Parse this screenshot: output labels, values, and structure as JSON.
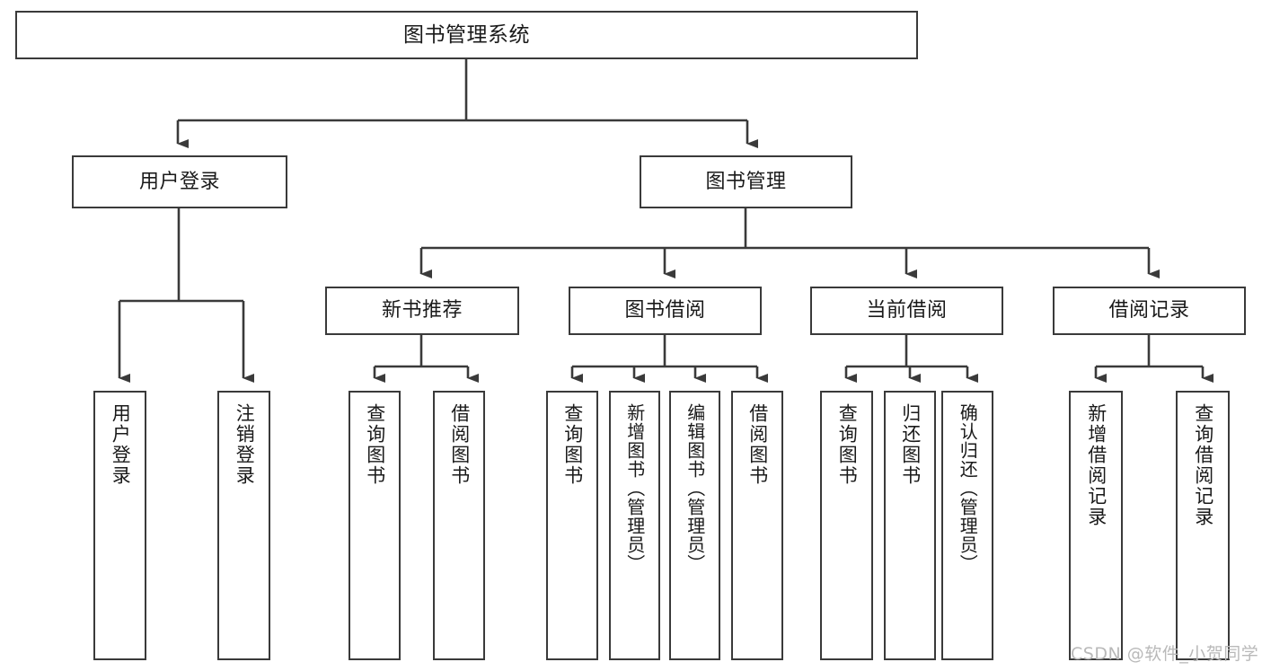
{
  "diagram": {
    "title": "图书管理系统",
    "type": "hierarchy-tree",
    "watermark": "CSDN @软件_小贺同学",
    "colors": {
      "stroke": "#3a3a3a",
      "fill": "#ffffff",
      "text": "#1a1a1a",
      "watermark": "#b9b9b9"
    },
    "nodes": {
      "root": {
        "label": "图书管理系统"
      },
      "level1": [
        {
          "label": "用户登录"
        },
        {
          "label": "图书管理"
        }
      ],
      "level2": [
        {
          "label": "新书推荐"
        },
        {
          "label": "图书借阅"
        },
        {
          "label": "当前借阅"
        },
        {
          "label": "借阅记录"
        }
      ],
      "leaves": {
        "user_login": [
          {
            "label": "用户登录"
          },
          {
            "label": "注销登录"
          }
        ],
        "new_book_recommend": [
          {
            "label": "查询图书"
          },
          {
            "label": "借阅图书"
          }
        ],
        "book_borrow": [
          {
            "label": "查询图书"
          },
          {
            "label": "新增图书（管理员）"
          },
          {
            "label": "编辑图书（管理员）"
          },
          {
            "label": "借阅图书"
          }
        ],
        "current_borrow": [
          {
            "label": "查询图书"
          },
          {
            "label": "归还图书"
          },
          {
            "label": "确认归还（管理员）"
          }
        ],
        "borrow_record": [
          {
            "label": "新增借阅记录"
          },
          {
            "label": "查询借阅记录"
          }
        ]
      }
    }
  }
}
